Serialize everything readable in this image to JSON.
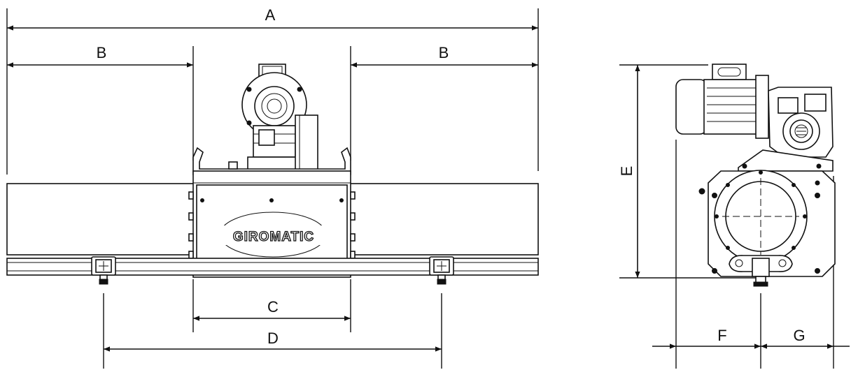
{
  "labels": {
    "A": "A",
    "B_left": "B",
    "B_right": "B",
    "C": "C",
    "D": "D",
    "E": "E",
    "F": "F",
    "G": "G"
  },
  "brand": "GIROMATIC"
}
